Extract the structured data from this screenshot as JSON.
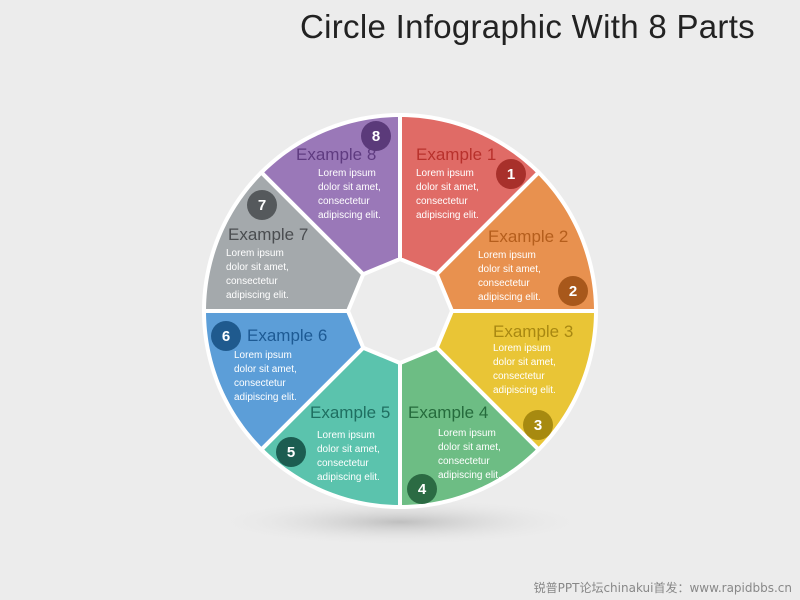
{
  "title": "Circle Infographic With 8 Parts",
  "footer": "锐普PPT论坛chinakui首发：www.rapidbbs.cn",
  "segments": [
    {
      "number": "1",
      "title": "Example 1",
      "body": [
        "Lorem ipsum",
        "dolor sit amet,",
        "consectetur",
        "adipiscing elit."
      ],
      "color": "#e06b66",
      "badge_color": "#a8302b",
      "title_color": "#b8312c"
    },
    {
      "number": "2",
      "title": "Example 2",
      "body": [
        "Lorem ipsum",
        "dolor sit amet,",
        "consectetur",
        "adipiscing elit."
      ],
      "color": "#e8914f",
      "badge_color": "#a8581b",
      "title_color": "#b55e1c"
    },
    {
      "number": "3",
      "title": "Example 3",
      "body": [
        "Lorem ipsum",
        "dolor sit amet,",
        "consectetur",
        "adipiscing elit."
      ],
      "color": "#e9c536",
      "badge_color": "#a78a10",
      "title_color": "#a88812"
    },
    {
      "number": "4",
      "title": "Example 4",
      "body": [
        "Lorem ipsum",
        "dolor sit amet,",
        "consectetur",
        "adipiscing elit."
      ],
      "color": "#6dbd84",
      "badge_color": "#2b6b43",
      "title_color": "#256b3c"
    },
    {
      "number": "5",
      "title": "Example 5",
      "body": [
        "Lorem ipsum",
        "dolor sit amet,",
        "consectetur",
        "adipiscing elit."
      ],
      "color": "#5bc3ad",
      "badge_color": "#1c5d51",
      "title_color": "#1f6f61"
    },
    {
      "number": "6",
      "title": "Example 6",
      "body": [
        "Lorem ipsum",
        "dolor sit amet,",
        "consectetur",
        "adipiscing elit."
      ],
      "color": "#5c9ed8",
      "badge_color": "#1f5a8e",
      "title_color": "#1d5a94"
    },
    {
      "number": "7",
      "title": "Example 7",
      "body": [
        "Lorem ipsum",
        "dolor sit amet,",
        "consectetur",
        "adipiscing elit."
      ],
      "color": "#a4a9ac",
      "badge_color": "#55595c",
      "title_color": "#4a4d50"
    },
    {
      "number": "8",
      "title": "Example 8",
      "body": [
        "Lorem ipsum",
        "dolor sit amet,",
        "consectetur",
        "adipiscing elit."
      ],
      "color": "#9a78b8",
      "badge_color": "#5b3a7a",
      "title_color": "#5f3b80"
    }
  ]
}
